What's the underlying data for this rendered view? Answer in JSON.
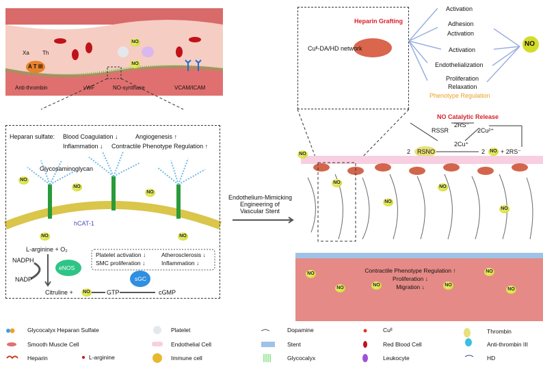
{
  "vessel": {
    "labels": [
      "Anti-thrombin",
      "vWF",
      "NO-synthase",
      "VCAM/ICAM"
    ],
    "atiii": "A T III",
    "xa": "Xa",
    "th": "Th",
    "no": "NO"
  },
  "detail": {
    "hs_label": "Heparan sulfate:",
    "effects": [
      "Blood Coagulation ↓",
      "Angiogenesis ↑",
      "Inflammation ↓",
      "Contractile Phenotype Regulation ↑"
    ],
    "gag": "Glycosaminoglycan",
    "hcat": "hCAT-1",
    "larg": "L-arginine + O₂",
    "nadph": "NADPH",
    "nadp": "NADP",
    "enos": "eNOS",
    "sgc": "sGC",
    "citrulline": "Citruline +",
    "gtp": "GTP",
    "cgmp": "cGMP",
    "callout": [
      "Platelet activation ↓",
      "Atherosclerosis ↓",
      "SMC proliferation ↓",
      "Inflammation ↓"
    ]
  },
  "middle": {
    "lines": [
      "Endothelium-Mimicking",
      "Engineering of",
      "Vascular Stent"
    ]
  },
  "network": {
    "title": "Heparin Grafting",
    "label": "Cuᴵᴵ-DA/HD network"
  },
  "effects_list": {
    "items": [
      "Activation",
      "Adhesion",
      "Activation",
      "Activation",
      "Endothelialization",
      "Proliferation",
      "Relaxation"
    ],
    "phenotype": "Phenotype Regulation",
    "no": "NO"
  },
  "catalysis": {
    "title": "NO Catalytic Release",
    "rssr": "RSSR",
    "rs_top": "2RS⁻",
    "cu2": "2Cu²⁺",
    "cu1": "2Cu⁺",
    "two": "2",
    "rsno": "RSNO",
    "two_no": "2",
    "plus_rs": "+ 2RS⁻"
  },
  "smc": {
    "lines": [
      "Contractile Phenotype Regulation ↑",
      "Proliferation ↓",
      "Migration ↓"
    ]
  },
  "legend": [
    "Glycocalyx Heparan Sulfate",
    "Smooth Muscle Cell",
    "Heparin",
    "L-arginine",
    "Platelet",
    "Endothelial Cell",
    "Immune cell",
    "Dopamine",
    "Stent",
    "Glycocalyx",
    "Cuᴵᴵ",
    "Red Blood Cell",
    "Leukocyte",
    "Thrombin",
    "Anti-thrombin III",
    "HD"
  ],
  "no_badge": "NO",
  "colors": {
    "accent_red": "#d8202a",
    "phenotype_orange": "#e8a020",
    "no_yellow": "#d4dc2a",
    "stent_blue": "#9ec3e6",
    "vessel_pink": "#f4c6bc",
    "enos_green": "#2ec486",
    "sgc_blue": "#2f8fe0"
  }
}
